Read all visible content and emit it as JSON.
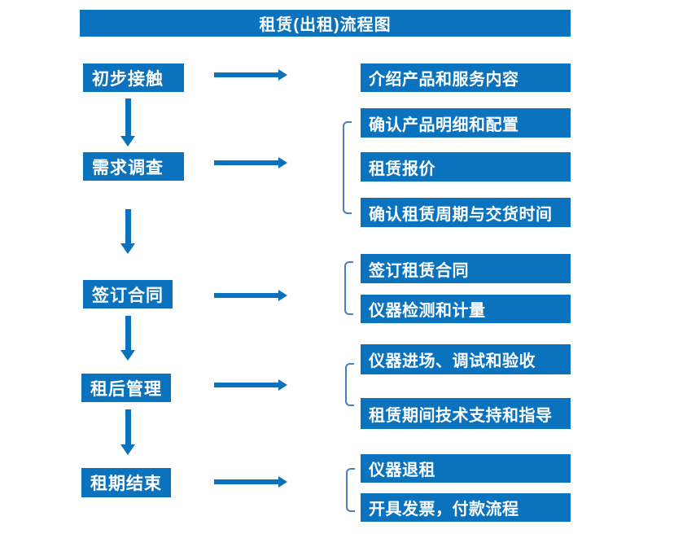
{
  "title": "租赁(出租)流程图",
  "colors": {
    "primary": "#0b72be",
    "bracket": "#4a7ebd",
    "text_on_primary": "#ffffff",
    "background": "#ffffff"
  },
  "stages": [
    {
      "label": "初步接触",
      "outputs": [
        "介绍产品和服务内容"
      ]
    },
    {
      "label": "需求调查",
      "outputs": [
        "确认产品明细和配置",
        "租赁报价",
        "确认租赁周期与交货时间"
      ]
    },
    {
      "label": "签订合同",
      "outputs": [
        "签订租赁合同",
        "仪器检测和计量"
      ]
    },
    {
      "label": "租后管理",
      "outputs": [
        "仪器进场、调试和验收",
        "租赁期间技术支持和指导"
      ]
    },
    {
      "label": "租期结束",
      "outputs": [
        "仪器退租",
        "开具发票，付款流程"
      ]
    }
  ]
}
